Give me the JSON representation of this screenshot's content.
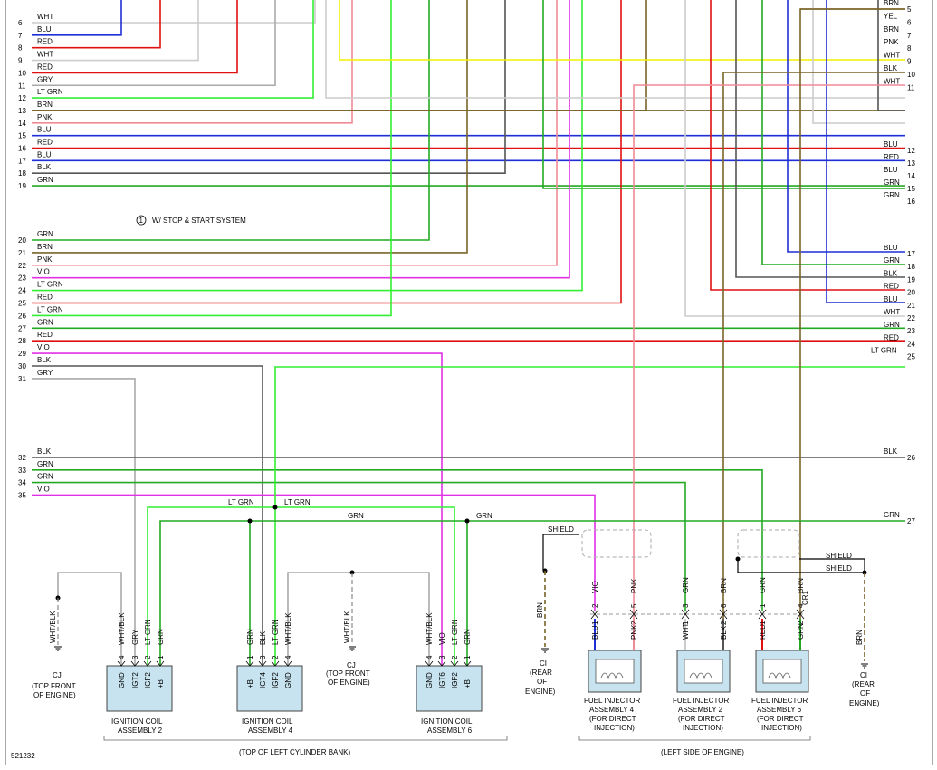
{
  "diagram_id": "521232",
  "note_symbol": "1",
  "note_text": "W/ STOP & START SYSTEM",
  "left_wires": [
    {
      "num": "6",
      "color": "WHT",
      "hex": "#cccccc"
    },
    {
      "num": "7",
      "color": "BLU",
      "hex": "#1f2fd6"
    },
    {
      "num": "8",
      "color": "RED",
      "hex": "#e01010"
    },
    {
      "num": "9",
      "color": "WHT",
      "hex": "#cccccc"
    },
    {
      "num": "10",
      "color": "RED",
      "hex": "#e01010"
    },
    {
      "num": "11",
      "color": "GRY",
      "hex": "#aaaaaa"
    },
    {
      "num": "12",
      "color": "LT GRN",
      "hex": "#33ee33"
    },
    {
      "num": "13",
      "color": "BRN",
      "hex": "#7a6428"
    },
    {
      "num": "14",
      "color": "PNK",
      "hex": "#f08a96"
    },
    {
      "num": "15",
      "color": "BLU",
      "hex": "#1f2fd6"
    },
    {
      "num": "16",
      "color": "RED",
      "hex": "#e01010"
    },
    {
      "num": "17",
      "color": "BLU",
      "hex": "#1f2fd6"
    },
    {
      "num": "18",
      "color": "BLK",
      "hex": "#555555"
    },
    {
      "num": "19",
      "color": "GRN",
      "hex": "#22aa22"
    },
    {
      "num": "20",
      "color": "GRN",
      "hex": "#22aa22"
    },
    {
      "num": "21",
      "color": "BRN",
      "hex": "#7a6428"
    },
    {
      "num": "22",
      "color": "PNK",
      "hex": "#f08a96"
    },
    {
      "num": "23",
      "color": "VIO",
      "hex": "#e030e8"
    },
    {
      "num": "24",
      "color": "LT GRN",
      "hex": "#33ee33"
    },
    {
      "num": "25",
      "color": "RED",
      "hex": "#e01010"
    },
    {
      "num": "26",
      "color": "LT GRN",
      "hex": "#33ee33"
    },
    {
      "num": "27",
      "color": "GRN",
      "hex": "#22aa22"
    },
    {
      "num": "28",
      "color": "RED",
      "hex": "#e01010"
    },
    {
      "num": "29",
      "color": "VIO",
      "hex": "#e030e8"
    },
    {
      "num": "30",
      "color": "BLK",
      "hex": "#555555"
    },
    {
      "num": "31",
      "color": "GRY",
      "hex": "#aaaaaa"
    },
    {
      "num": "32",
      "color": "BLK",
      "hex": "#555555"
    },
    {
      "num": "33",
      "color": "GRN",
      "hex": "#22aa22"
    },
    {
      "num": "34",
      "color": "GRN",
      "hex": "#22aa22"
    },
    {
      "num": "35",
      "color": "VIO",
      "hex": "#e030e8"
    }
  ],
  "right_wires": [
    {
      "num": "5",
      "color": "BRN"
    },
    {
      "num": "6",
      "color": "YEL"
    },
    {
      "num": "7",
      "color": "BRN"
    },
    {
      "num": "8",
      "color": "PNK"
    },
    {
      "num": "9",
      "color": "WHT"
    },
    {
      "num": "10",
      "color": "BLK"
    },
    {
      "num": "11",
      "color": "WHT"
    },
    {
      "num": "12",
      "color": "BLU"
    },
    {
      "num": "13",
      "color": "RED"
    },
    {
      "num": "14",
      "color": "BLU"
    },
    {
      "num": "15",
      "color": "GRN"
    },
    {
      "num": "16",
      "color": "GRN"
    },
    {
      "num": "17",
      "color": "BLU"
    },
    {
      "num": "18",
      "color": "GRN"
    },
    {
      "num": "19",
      "color": "BLK"
    },
    {
      "num": "20",
      "color": "RED"
    },
    {
      "num": "21",
      "color": "BLU"
    },
    {
      "num": "22",
      "color": "WHT"
    },
    {
      "num": "23",
      "color": "GRN"
    },
    {
      "num": "24",
      "color": "RED"
    },
    {
      "num": "25",
      "color": "LT GRN"
    },
    {
      "num": "26",
      "color": "BLK"
    },
    {
      "num": "27",
      "color": "GRN"
    }
  ],
  "coils": [
    {
      "name": "IGNITION COIL ASSEMBLY 2",
      "line1": "IGNITION COIL",
      "line2": "ASSEMBLY 2",
      "pins": [
        {
          "n": "4",
          "t": "GND",
          "c": "WHT/BLK"
        },
        {
          "n": "3",
          "t": "IGT2",
          "c": "GRY"
        },
        {
          "n": "2",
          "t": "IGF2",
          "c": "LT GRN"
        },
        {
          "n": "1",
          "t": "+B",
          "c": "GRN"
        }
      ]
    },
    {
      "name": "IGNITION COIL ASSEMBLY 4",
      "line1": "IGNITION COIL",
      "line2": "ASSEMBLY 4",
      "pins": [
        {
          "n": "1",
          "t": "+B",
          "c": "GRN"
        },
        {
          "n": "3",
          "t": "IGT4",
          "c": "BLK"
        },
        {
          "n": "2",
          "t": "IGF2",
          "c": "LT GRN"
        },
        {
          "n": "4",
          "t": "GND",
          "c": "WHT/BLK"
        }
      ]
    },
    {
      "name": "IGNITION COIL ASSEMBLY 6",
      "line1": "IGNITION COIL",
      "line2": "ASSEMBLY 6",
      "pins": [
        {
          "n": "4",
          "t": "GND",
          "c": "WHT/BLK"
        },
        {
          "n": "3",
          "t": "IGT6",
          "c": "VIO"
        },
        {
          "n": "2",
          "t": "IGF2",
          "c": "LT GRN"
        },
        {
          "n": "1",
          "t": "+B",
          "c": "GRN"
        }
      ]
    }
  ],
  "injectors": [
    {
      "line1": "FUEL INJECTOR",
      "line2": "ASSEMBLY 4",
      "line3": "(FOR DIRECT",
      "line4": "INJECTION)",
      "pins": [
        {
          "n": "1",
          "c": "BLU",
          "top": "VIO",
          "tn": "2"
        },
        {
          "n": "2",
          "c": "PNK",
          "top": "PNK",
          "tn": "5"
        }
      ]
    },
    {
      "line1": "FUEL INJECTOR",
      "line2": "ASSEMBLY 2",
      "line3": "(FOR DIRECT",
      "line4": "INJECTION)",
      "pins": [
        {
          "n": "1",
          "c": "WHT",
          "top": "GRN",
          "tn": "3"
        },
        {
          "n": "2",
          "c": "BLK",
          "top": "BRN",
          "tn": "6"
        }
      ]
    },
    {
      "line1": "FUEL INJECTOR",
      "line2": "ASSEMBLY 6",
      "line3": "(FOR DIRECT",
      "line4": "INJECTION)",
      "pins": [
        {
          "n": "1",
          "c": "RED",
          "top": "GRN",
          "tn": "1"
        },
        {
          "n": "2",
          "c": "GRN",
          "top": "BRN",
          "tn": "4"
        }
      ]
    }
  ],
  "grounds": {
    "cj1": {
      "wire": "WHT/BLK",
      "name": "CJ",
      "l1": "(TOP FRONT",
      "l2": "OF ENGINE)"
    },
    "cj2": {
      "wire": "WHT/BLK",
      "name": "CJ",
      "l1": "(TOP FRONT",
      "l2": "OF ENGINE)"
    },
    "ci1": {
      "wire": "BRN",
      "name": "CI",
      "l1": "(REAR",
      "l2": "OF",
      "l3": "ENGINE)"
    },
    "ci2": {
      "wire": "BRN",
      "name": "CI",
      "l1": "(REAR",
      "l2": "OF",
      "l3": "ENGINE)"
    }
  },
  "splice_labels": {
    "ltgrn_left": "LT GRN",
    "ltgrn_right": "LT GRN",
    "grn_left": "GRN",
    "grn_right": "GRN",
    "grn_27": "GRN"
  },
  "shield_left": "SHIELD",
  "shield_right1": "SHIELD",
  "shield_right2": "SHIELD",
  "connector_cr1": "CR1",
  "group_coils": "(TOP OF LEFT CYLINDER BANK)",
  "group_injectors": "(LEFT SIDE OF ENGINE)"
}
